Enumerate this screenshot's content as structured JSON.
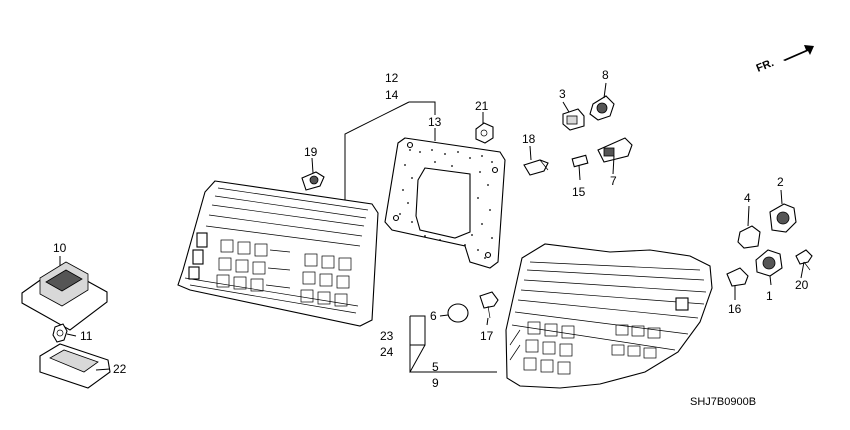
{
  "diagram": {
    "direction_label": "FR.",
    "diagram_code": "SHJ7B0900B",
    "callouts": [
      {
        "id": "c1",
        "text": "1"
      },
      {
        "id": "c2",
        "text": "2"
      },
      {
        "id": "c3",
        "text": "3"
      },
      {
        "id": "c4",
        "text": "4"
      },
      {
        "id": "c5",
        "text": "5"
      },
      {
        "id": "c6",
        "text": "6"
      },
      {
        "id": "c7",
        "text": "7"
      },
      {
        "id": "c8",
        "text": "8"
      },
      {
        "id": "c9",
        "text": "9"
      },
      {
        "id": "c10",
        "text": "10"
      },
      {
        "id": "c11",
        "text": "11"
      },
      {
        "id": "c12",
        "text": "12"
      },
      {
        "id": "c13",
        "text": "13"
      },
      {
        "id": "c14",
        "text": "14"
      },
      {
        "id": "c15",
        "text": "15"
      },
      {
        "id": "c16",
        "text": "16"
      },
      {
        "id": "c17",
        "text": "17"
      },
      {
        "id": "c18",
        "text": "18"
      },
      {
        "id": "c19",
        "text": "19"
      },
      {
        "id": "c20",
        "text": "20"
      },
      {
        "id": "c21",
        "text": "21"
      },
      {
        "id": "c22",
        "text": "22"
      },
      {
        "id": "c23",
        "text": "23"
      },
      {
        "id": "c24",
        "text": "24"
      }
    ]
  }
}
